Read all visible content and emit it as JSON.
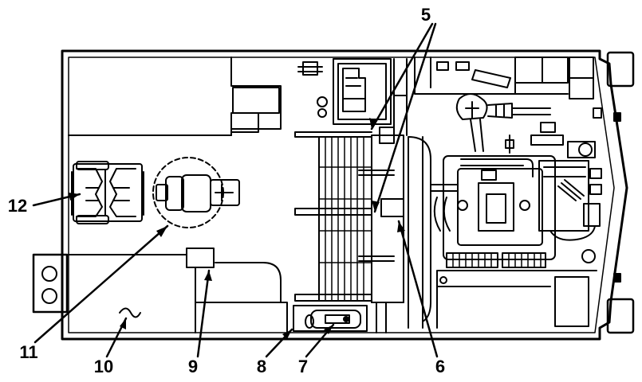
{
  "diagram": {
    "callouts": [
      {
        "id": "5",
        "label": "5"
      },
      {
        "id": "6",
        "label": "6"
      },
      {
        "id": "7",
        "label": "7"
      },
      {
        "id": "8",
        "label": "8"
      },
      {
        "id": "9",
        "label": "9"
      },
      {
        "id": "10",
        "label": "10"
      },
      {
        "id": "11",
        "label": "11"
      },
      {
        "id": "12",
        "label": "12"
      }
    ],
    "colors": {
      "line": "#000000",
      "fill": "#ffffff"
    }
  }
}
